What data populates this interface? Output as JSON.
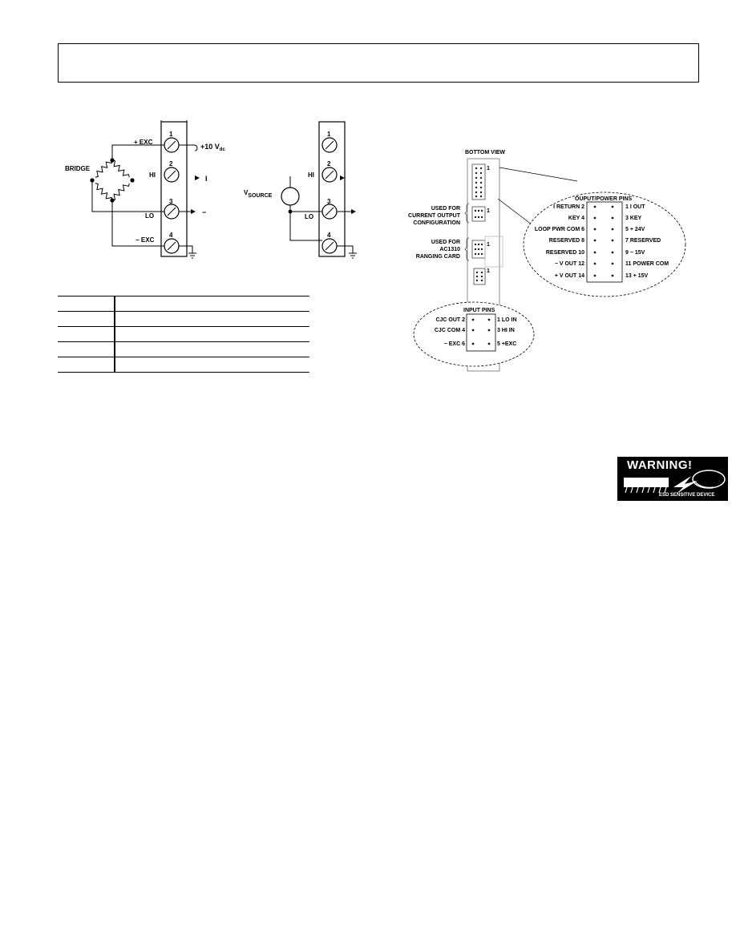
{
  "wiring_left": {
    "pins": [
      "1",
      "2",
      "3",
      "4"
    ],
    "labels": {
      "exc_pos": "+ EXC",
      "hi": "HI",
      "lo": "LO",
      "exc_neg": "− EXC",
      "bridge": "BRIDGE",
      "supply": "+10 V",
      "supply_sub": "dc",
      "out_i": "I",
      "out_minus": "−"
    }
  },
  "wiring_right": {
    "pins": [
      "1",
      "2",
      "3",
      "4"
    ],
    "labels": {
      "hi": "HI",
      "lo": "LO",
      "source": "V",
      "source_sub": "SOURCE"
    }
  },
  "module": {
    "bottom_view": "BOTTOM VIEW",
    "pin_one_marks": [
      "1",
      "1",
      "1",
      "1"
    ],
    "current_output": [
      "USED FOR",
      "CURRENT OUTPUT",
      "CONFIGURATION"
    ],
    "ranging_card": [
      "USED FOR",
      "AC1310",
      "RANGING CARD"
    ],
    "output_title": "OUPUT/POWER PINS",
    "output_left": [
      "I RETURN  2",
      "KEY  4",
      "LOOP PWR COM  6",
      "RESERVED  8",
      "RESERVED  10",
      "− V OUT  12",
      "+ V OUT  14"
    ],
    "output_right": [
      "1   I OUT",
      "3   KEY",
      "5   + 24V",
      "7   RESERVED",
      "9   − 15V",
      "11  POWER COM",
      "13  + 15V"
    ],
    "input_title": "INPUT PINS",
    "input_left": [
      "CJC OUT  2",
      "CJC COM  4",
      "− EXC  6"
    ],
    "input_right": [
      "1  LO IN",
      "3  HI IN",
      "5  +EXC"
    ]
  },
  "warning": {
    "title": "WARNING!",
    "subtitle": "ESD SENSITIVE DEVICE"
  }
}
